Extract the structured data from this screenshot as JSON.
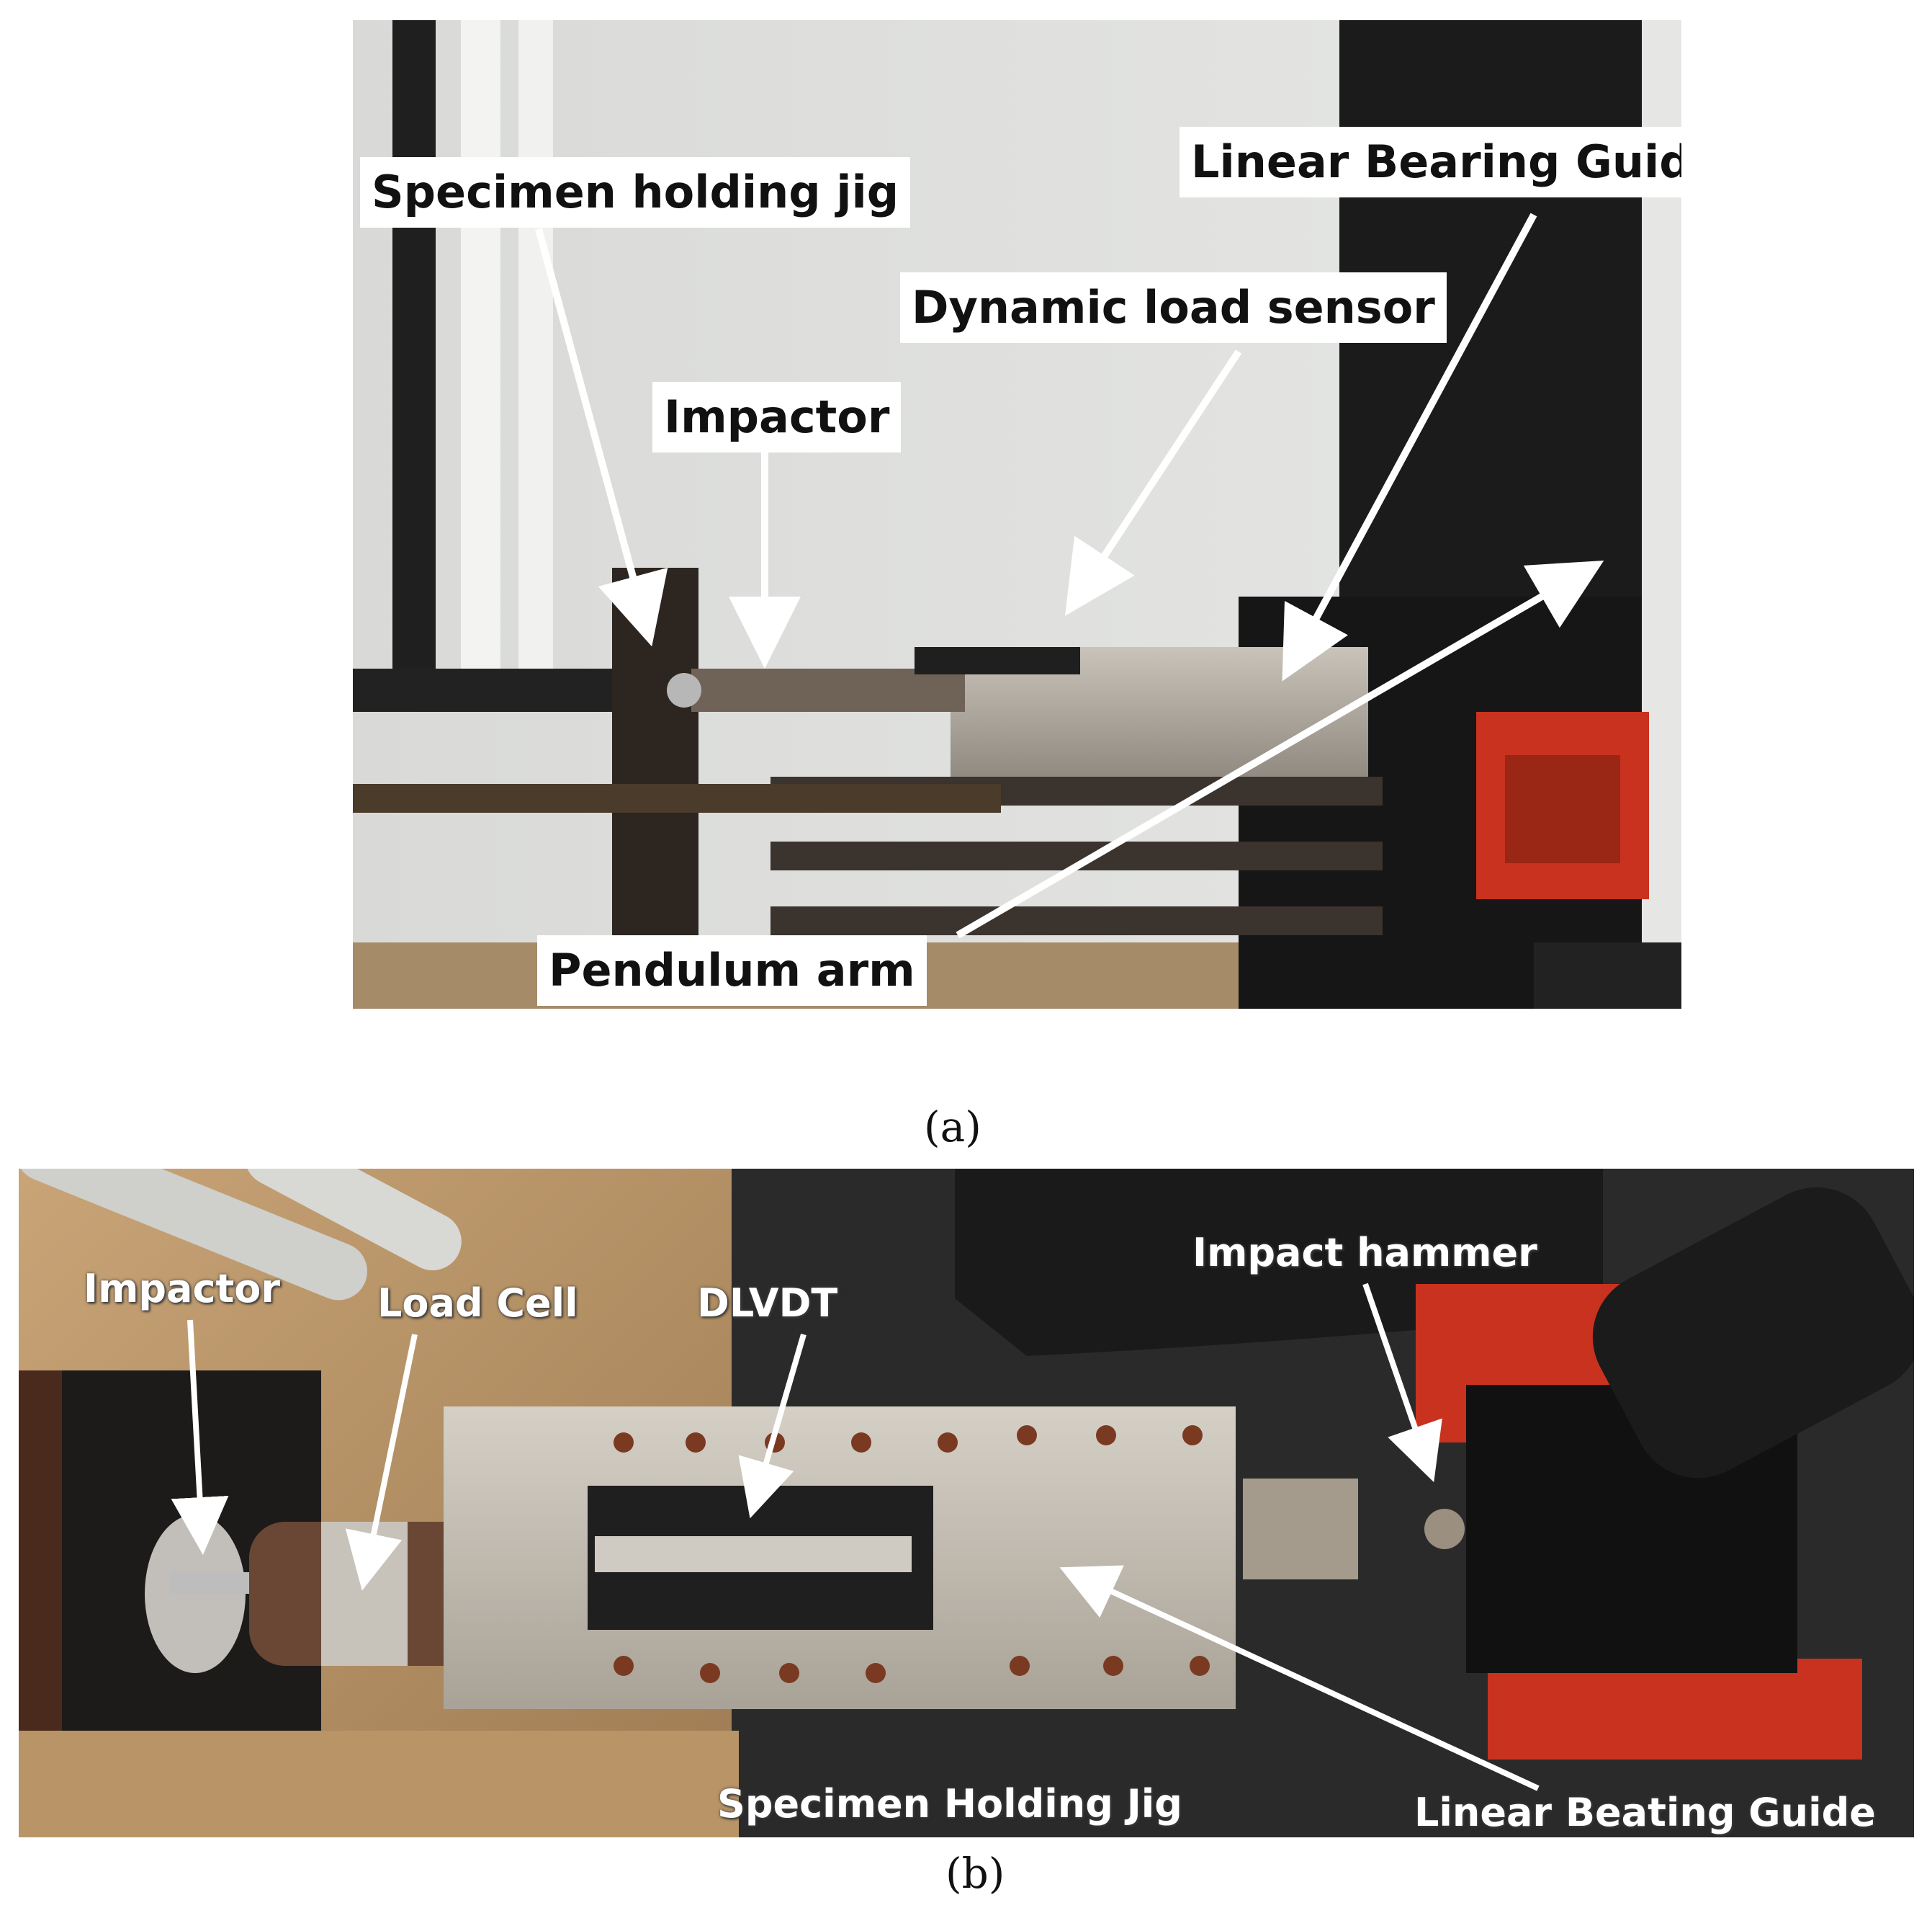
{
  "panel_a": {
    "caption": "(a)",
    "labels": {
      "specimen_jig": "Specimen holding jig",
      "linear_bearing": "Linear Bearing Guide",
      "dynamic_load": "Dynamic load sensor",
      "impactor": "Impactor",
      "pendulum": "Pendulum arm"
    }
  },
  "panel_b": {
    "caption": "(b)",
    "labels": {
      "impactor": "Impactor",
      "load_cell": "Load Cell",
      "dlvdt": "DLVDT",
      "impact_hammer": "Impact hammer",
      "specimen_jig": "Specimen Holding Jig",
      "linear_guide": "Linear Beating Guide"
    }
  },
  "colors": {
    "hammer_red": "#c8321e",
    "frame_black": "#1c1c1c",
    "steel": "#b8b2a8"
  }
}
